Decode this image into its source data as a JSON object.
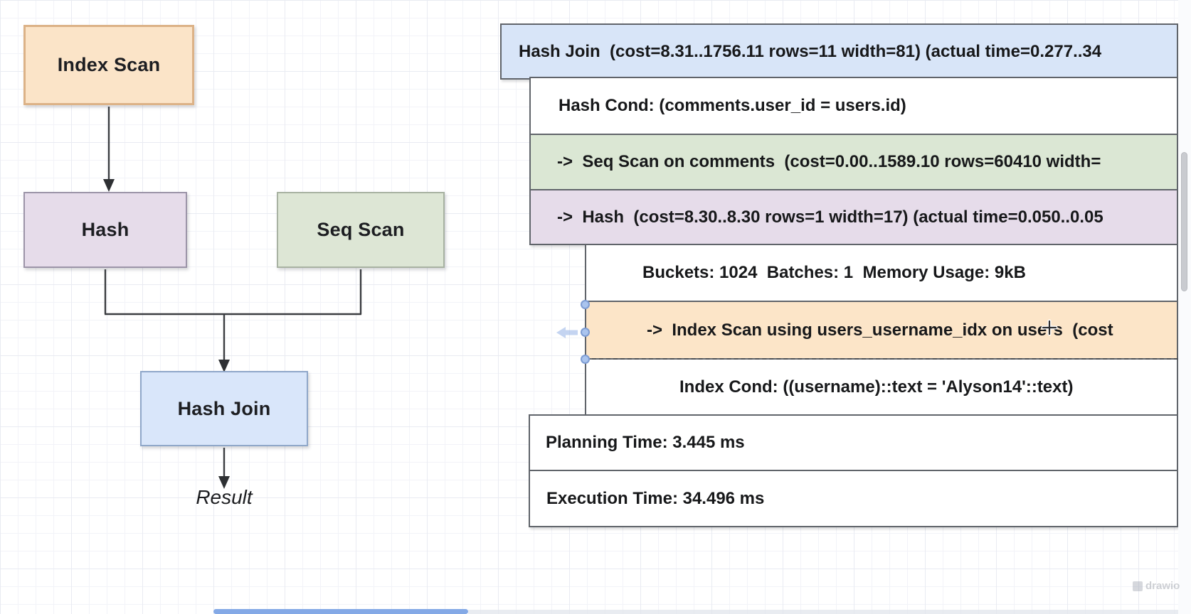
{
  "canvas": {
    "background": "#ffffff",
    "grid_minor_color": "#f2f3f8",
    "grid_major_color": "#e9ebf2"
  },
  "flowchart": {
    "nodes": [
      {
        "label": "Index Scan",
        "fill": "#fbe4c8",
        "stroke": "#dcb287"
      },
      {
        "label": "Hash",
        "fill": "#e6dcea",
        "stroke": "#9c94a8"
      },
      {
        "label": "Seq Scan",
        "fill": "#dde6d5",
        "stroke": "#a8b2a2"
      },
      {
        "label": "Hash Join",
        "fill": "#d9e6fa",
        "stroke": "#8fa7c9"
      }
    ],
    "result_label": "Result"
  },
  "plan_view": {
    "rows": [
      {
        "name": "hash-join",
        "fill": "#d8e5f8",
        "text": "Hash Join  (cost=8.31..1756.11 rows=11 width=81) (actual time=0.277..34"
      },
      {
        "name": "hash-cond",
        "fill": "#ffffff",
        "text": "Hash Cond: (comments.user_id = users.id)"
      },
      {
        "name": "seq-scan",
        "fill": "#dbe7d4",
        "text": "->  Seq Scan on comments  (cost=0.00..1589.10 rows=60410 width="
      },
      {
        "name": "hash",
        "fill": "#e6dcea",
        "text": "->  Hash  (cost=8.30..8.30 rows=1 width=17) (actual time=0.050..0.05"
      },
      {
        "name": "buckets",
        "fill": "#ffffff",
        "text": "Buckets: 1024  Batches: 1  Memory Usage: 9kB"
      },
      {
        "name": "index-scan",
        "fill": "#fce5c8",
        "selected": true,
        "text": "->  Index Scan using users_username_idx on users  (cost"
      },
      {
        "name": "index-cond",
        "fill": "#ffffff",
        "text": "Index Cond: ((username)::text = 'Alyson14'::text)"
      },
      {
        "name": "planning-time",
        "fill": "#ffffff",
        "text": "Planning Time: 3.445 ms"
      },
      {
        "name": "execution-time",
        "fill": "#ffffff",
        "text": "Execution Time: 34.496 ms"
      }
    ],
    "selection_handle_color": "#aac4ee"
  },
  "icons": {
    "clone_arrow": "left-arrow-icon",
    "cursor": "crosshair-cursor-icon",
    "watermark_logo": "drawio-logo-icon"
  },
  "watermark": {
    "label": "drawio"
  }
}
